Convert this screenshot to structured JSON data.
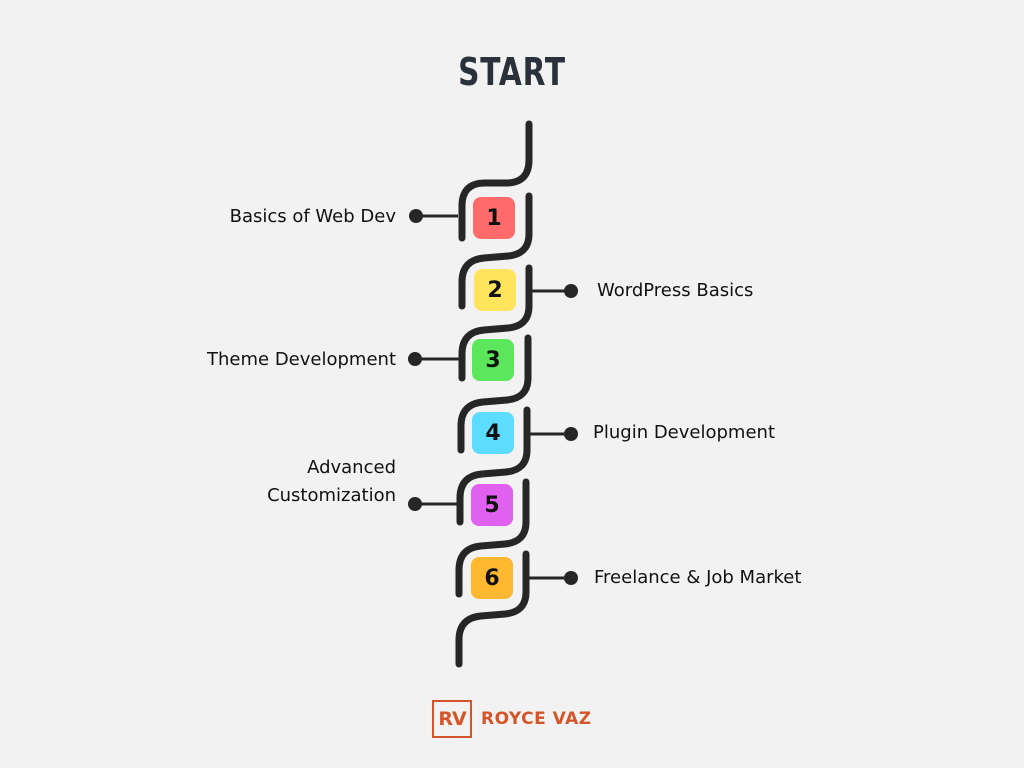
{
  "title": "START",
  "colors": {
    "path": "#262626",
    "connector": "#262626",
    "brand": "#d4552a"
  },
  "steps": [
    {
      "number": "1",
      "label": "Basics of Web Dev",
      "side": "left",
      "color": "#ff6b6b"
    },
    {
      "number": "2",
      "label": "WordPress Basics",
      "side": "right",
      "color": "#ffe45c"
    },
    {
      "number": "3",
      "label": "Theme Development",
      "side": "left",
      "color": "#5ce65c"
    },
    {
      "number": "4",
      "label": "Plugin Development",
      "side": "right",
      "color": "#5cdcff"
    },
    {
      "number": "5",
      "label_lines": [
        "Advanced",
        "Customization"
      ],
      "side": "left",
      "color": "#e060f0"
    },
    {
      "number": "6",
      "label": "Freelance & Job Market",
      "side": "right",
      "color": "#ffb830"
    }
  ],
  "logo": {
    "mark": "RV",
    "name": "ROYCE VAZ"
  }
}
